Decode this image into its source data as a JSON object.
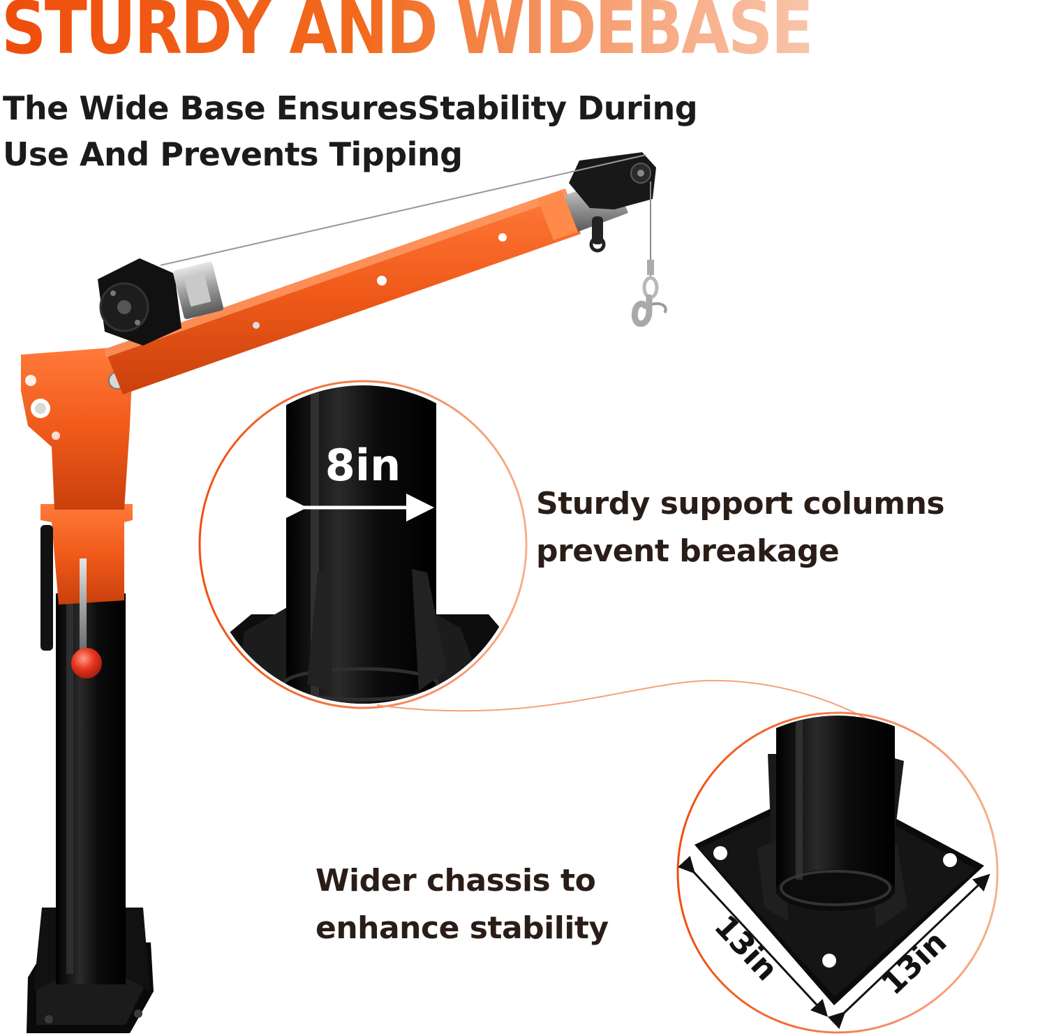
{
  "headline": "STURDY AND WIDEBASE",
  "subtitle": {
    "line1": "The Wide Base EnsuresStability During",
    "line2": "Use And Prevents Tipping"
  },
  "column_callout": {
    "dimension": "8in",
    "line1": "Sturdy support columns",
    "line2": "prevent breakage"
  },
  "base_callout": {
    "dimension_a": "13in",
    "dimension_b": "13in",
    "line1": "Wider chassis to",
    "line2": "enhance stability"
  },
  "colors": {
    "accent_orange": "#f04e0f",
    "boom_orange": "#f05a1a",
    "steel_black": "#111111",
    "text_dark": "#2a1d17"
  },
  "icons": [
    "crane-illustration",
    "column-closeup",
    "base-plate-closeup",
    "dimension-arrow"
  ]
}
